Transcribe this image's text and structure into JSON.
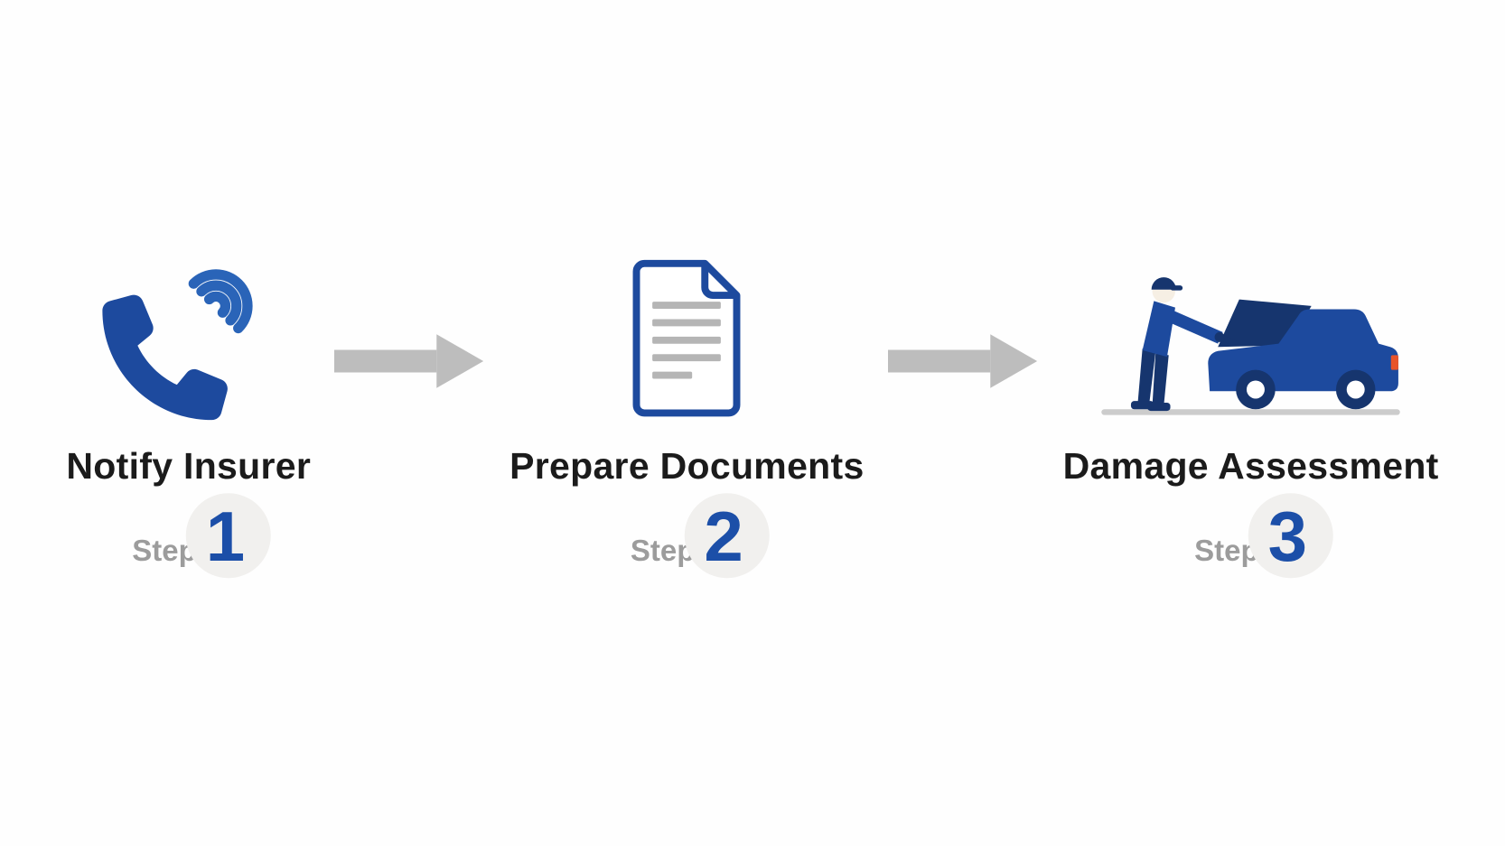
{
  "colors": {
    "primary_blue": "#1d4a9e",
    "accent_blue": "#2a64b8",
    "dark_navy": "#16356e",
    "arrow_gray": "#bdbdbd",
    "line_gray": "#b5b5b5",
    "title_color": "#1b1b1b",
    "step_label_gray": "#9c9c9c",
    "number_blue": "#1c4fa8",
    "taillight_orange": "#e8542a"
  },
  "steps": [
    {
      "title": "Notify Insurer",
      "label": "Step",
      "number": "1",
      "icon": "phone-icon"
    },
    {
      "title": "Prepare Documents",
      "label": "Step",
      "number": "2",
      "icon": "document-icon"
    },
    {
      "title": "Damage Assessment",
      "label": "Step",
      "number": "3",
      "icon": "mechanic-car-icon"
    }
  ]
}
